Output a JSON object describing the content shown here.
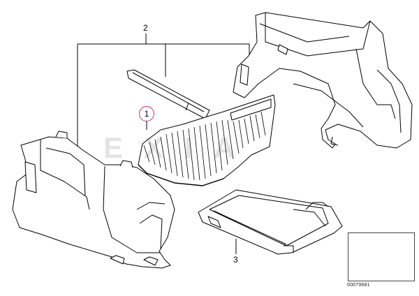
{
  "callouts": {
    "label_1": "1",
    "label_2": "2",
    "label_3": "3"
  },
  "thumbnail": {
    "part_number": "00079681"
  },
  "colors": {
    "line": "#000000",
    "callout_ring": "#cc2a7a",
    "fill": "#ffffff"
  }
}
